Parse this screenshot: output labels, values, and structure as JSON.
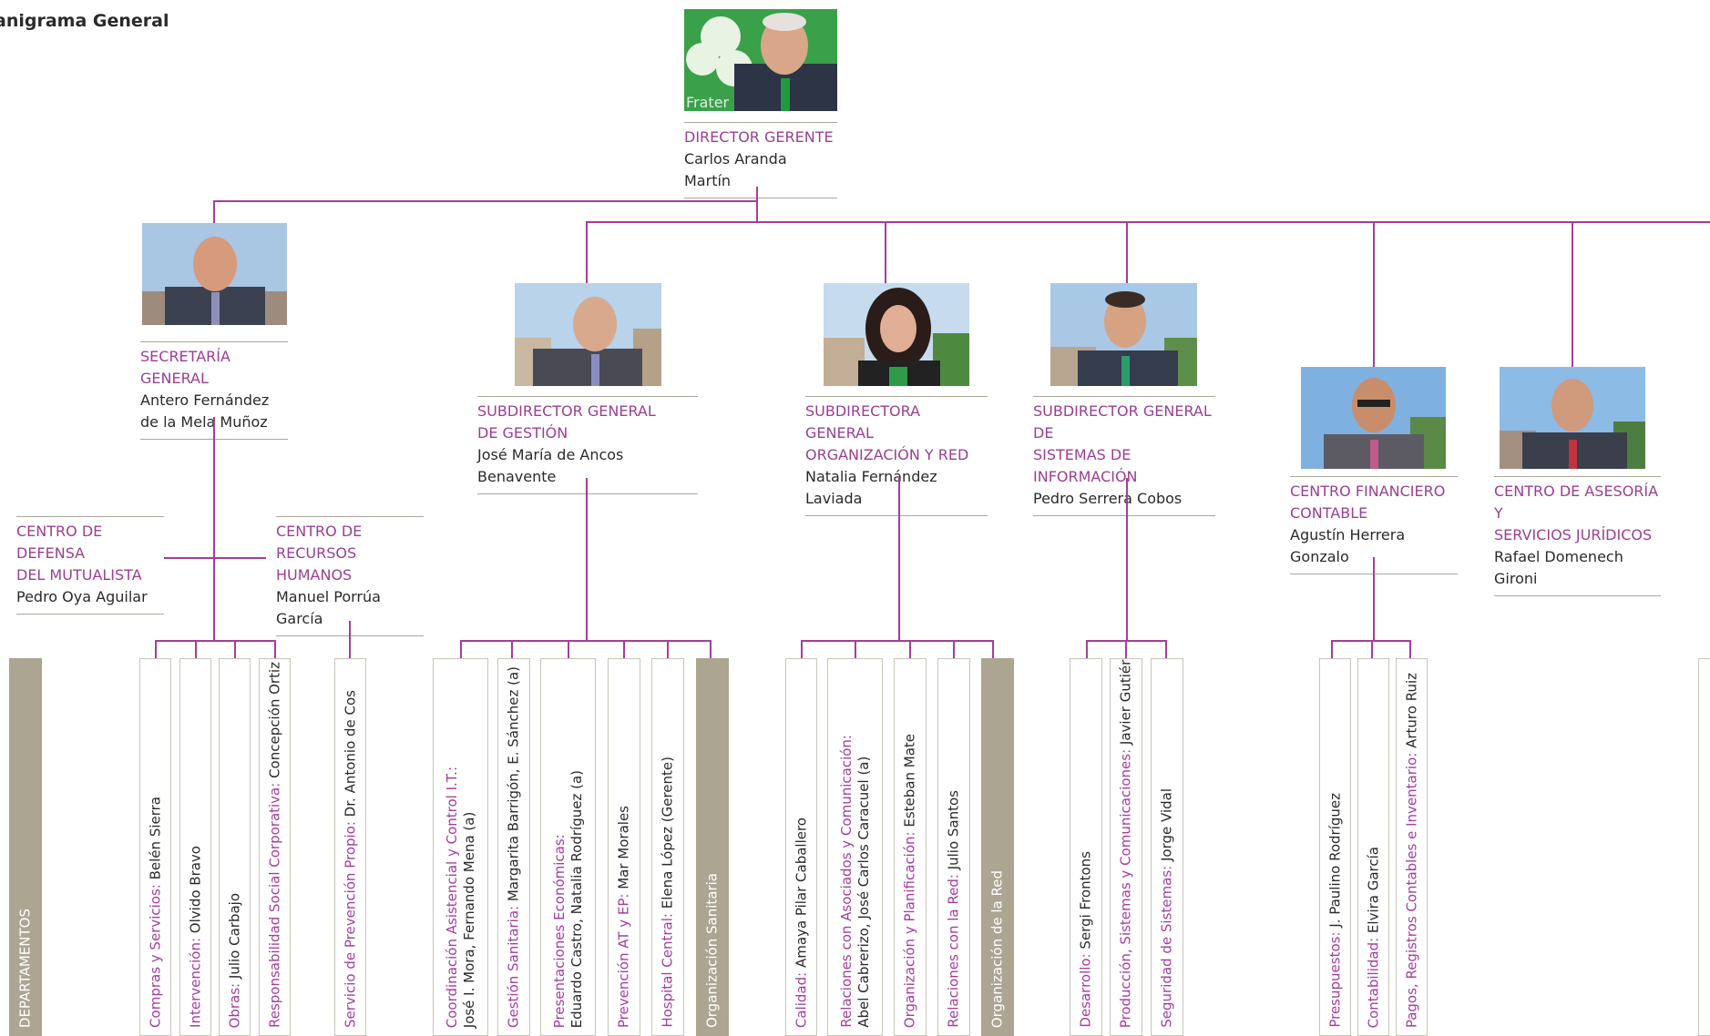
{
  "title": "anigrama General",
  "director": {
    "role": "DIRECTOR GERENTE",
    "name": "Carlos Aranda Martín"
  },
  "secretaria": {
    "role": "SECRETARÍA GENERAL",
    "name": "Antero Fernández\nde la Mela Muñoz"
  },
  "gestion": {
    "role": "SUBDIRECTOR GENERAL\nDE GESTIÓN",
    "name": "José María de Ancos Benavente"
  },
  "organizacion": {
    "role": "SUBDIRECTORA GENERAL\nORGANIZACIÓN Y RED",
    "name": "Natalia Fernández Laviada"
  },
  "sistemas": {
    "role": "SUBDIRECTOR GENERAL DE\nSISTEMAS DE INFORMACIÓN",
    "name": "Pedro Serrera Cobos"
  },
  "financiero": {
    "role": "CENTRO FINANCIERO\nCONTABLE",
    "name": "Agustín Herrera Gonzalo"
  },
  "asesoria": {
    "role": "CENTRO DE ASESORÍA Y\nSERVICIOS JURÍDICOS",
    "name": "Rafael Domenech Gironi"
  },
  "defensa": {
    "role": "CENTRO DE DEFENSA\nDEL MUTUALISTA",
    "name": "Pedro Oya Aguilar"
  },
  "rrhh": {
    "role": "CENTRO DE\nRECURSOS HUMANOS",
    "name": "Manuel Porrúa García"
  },
  "photo_caption": "Frater",
  "departamentos_label": "DEPARTAMENTOS",
  "departments": [
    {
      "label": "Compras y Servicios: ",
      "name": "Belén Sierra"
    },
    {
      "label": "Intervención: ",
      "name": "Olvido Bravo"
    },
    {
      "label": "Obras: ",
      "name": "Julio Carbajo"
    },
    {
      "label": "Responsabilidad Social Corporativa: ",
      "name": "Concepción Ortiz"
    },
    {
      "label": "Servicio de Prevención Propio: ",
      "name": "Dr. Antonio de Cos"
    },
    {
      "label": "Coordinación Asistencial y Control I.T.:",
      "name": "José I. Mora, Fernando Mena (a)"
    },
    {
      "label": "Gestión Sanitaria: ",
      "name": "Margarita Barrigón, E. Sánchez (a)"
    },
    {
      "label": "Presentaciones Económicas:",
      "name": "Eduardo Castro, Natalia Rodríguez (a)"
    },
    {
      "label": "Prevención AT y EP: ",
      "name": "Mar Morales"
    },
    {
      "label": "Hospital Central: ",
      "name": "Elena López (Gerente)"
    },
    {
      "label": "Organización Sanitaria",
      "name": ""
    },
    {
      "label": "Calidad: ",
      "name": "Amaya Pilar Caballero"
    },
    {
      "label": "Relaciones con Asociados y Comunicación:",
      "name": "Abel Cabrerizo, José Carlos Caracuel (a)"
    },
    {
      "label": "Organización y Planificación: ",
      "name": "Esteban Mate"
    },
    {
      "label": "Relaciones con la Red: ",
      "name": "Julio Santos"
    },
    {
      "label": "Organización de la Red",
      "name": ""
    },
    {
      "label": "Desarrollo: ",
      "name": "Sergi Frontons"
    },
    {
      "label": "Producción, Sistemas y Comunicaciones: ",
      "name": "Javier Gutiérrez"
    },
    {
      "label": "Seguridad de Sistemas: ",
      "name": "Jorge Vidal"
    },
    {
      "label": "Presupuestos: ",
      "name": "J. Paulino Rodríguez"
    },
    {
      "label": "Contabilidad: ",
      "name": "Elvira García"
    },
    {
      "label": "Pagos, Registros Contables e Inventario: ",
      "name": "Arturo Ruiz"
    }
  ],
  "colors": {
    "accent": "#a33e9c",
    "rule": "#aaa79a",
    "grey_box": "#aba592"
  }
}
